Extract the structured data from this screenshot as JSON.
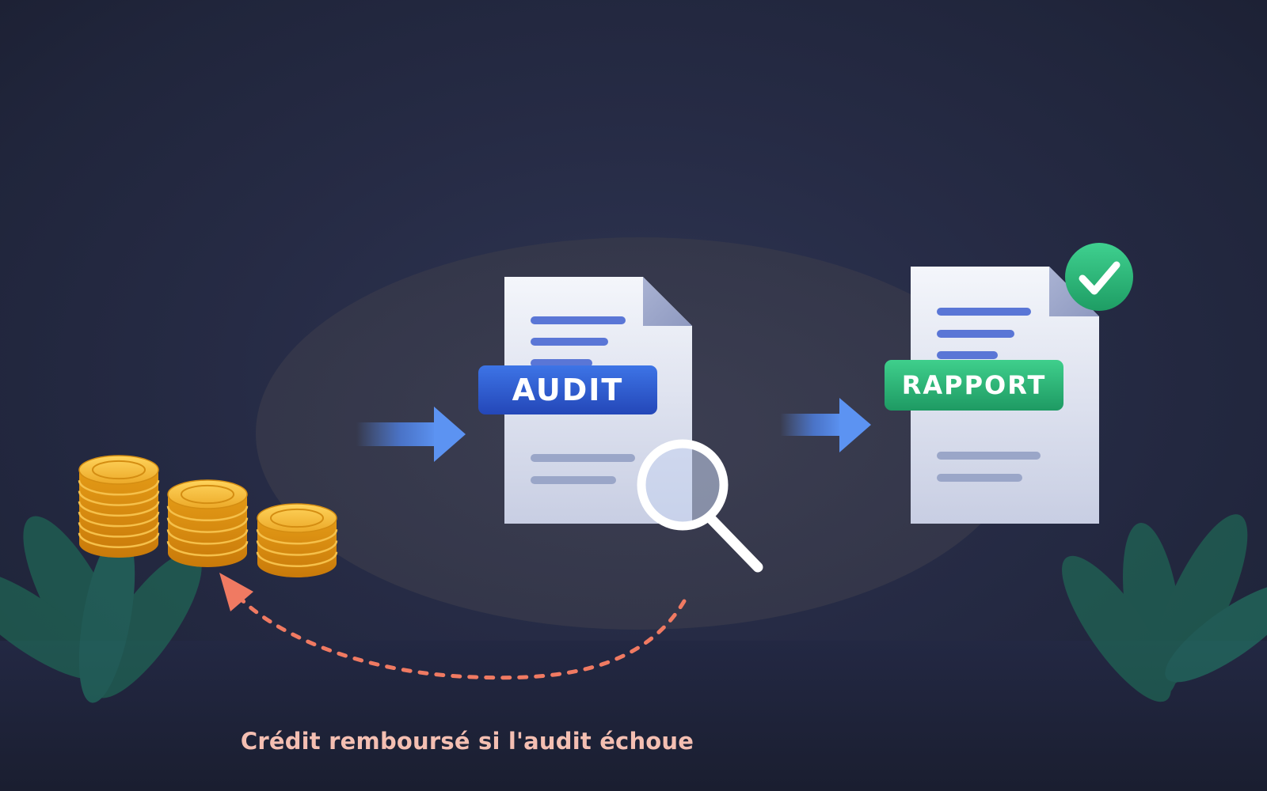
{
  "diagram": {
    "audit_label": "AUDIT",
    "report_label": "RAPPORT",
    "caption": "Crédit remboursé si l'audit échoue"
  },
  "icons": {
    "coins": "coin-stack-icon",
    "audit_document": "document-icon",
    "magnifier": "magnifying-glass-icon",
    "report_document": "document-icon",
    "success": "check-circle-icon",
    "flow_arrow": "arrow-right-icon",
    "refund_arrow": "dashed-curved-arrow-icon",
    "plants": "leaf-icon"
  },
  "colors": {
    "background": "#232840",
    "audit_badge": "#2f5fd6",
    "report_badge": "#22a86c",
    "check_circle": "#2bbf7a",
    "coin_gold": "#e8a51c",
    "refund_arrow": "#f07a62",
    "caption_text": "#f4bfb2",
    "document_lines_primary": "#5a76d6",
    "document_lines_secondary": "#9aa6c8"
  }
}
